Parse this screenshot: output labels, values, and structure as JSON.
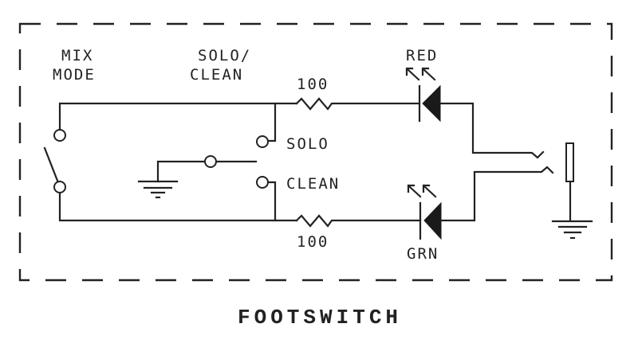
{
  "diagram": {
    "title": "FOOTSWITCH",
    "labels": {
      "mix_mode_line1": "MIX",
      "mix_mode_line2": "MODE",
      "solo_clean_line1": "SOLO/",
      "solo_clean_line2": "CLEAN",
      "solo": "SOLO",
      "clean": "CLEAN",
      "led_red": "RED",
      "led_green": "GRN"
    },
    "components": {
      "resistor_top": {
        "value": "100"
      },
      "resistor_bottom": {
        "value": "100"
      }
    },
    "colors": {
      "ink": "#222222",
      "background": "#ffffff"
    }
  }
}
